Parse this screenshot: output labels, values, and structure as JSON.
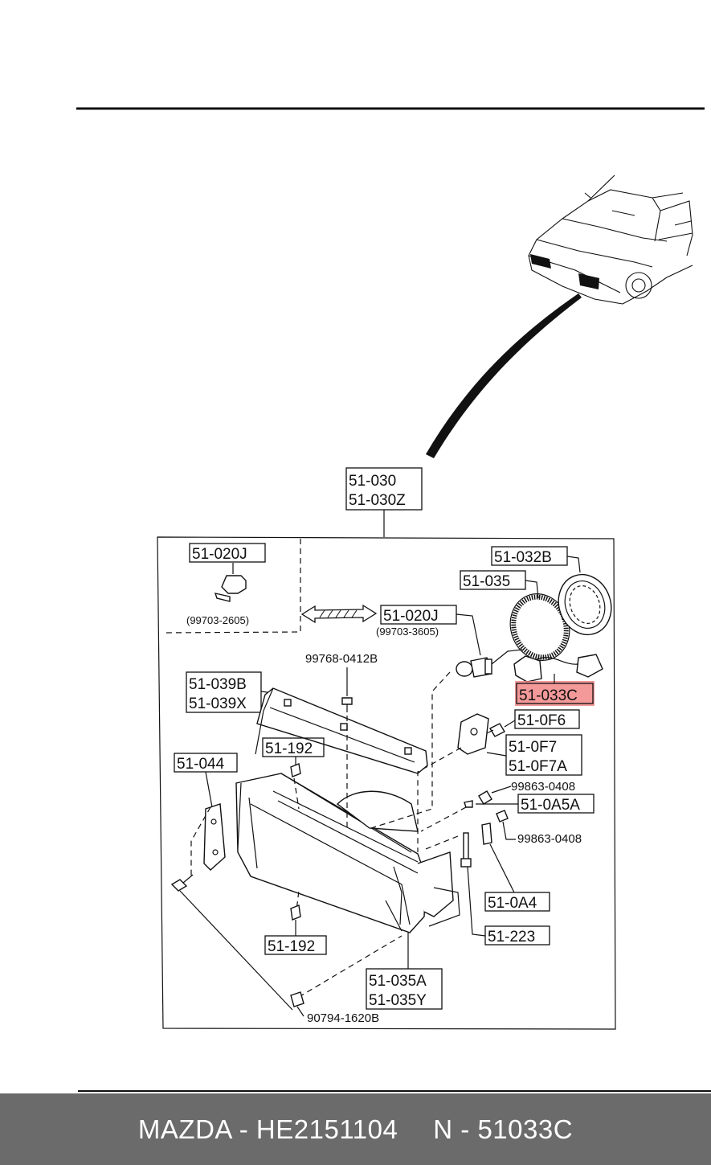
{
  "assembly": {
    "part1": "51-030",
    "part2": "51-030Z"
  },
  "callouts": {
    "c020j_left": "51-020J",
    "c020j_left_code": "(99703-2605)",
    "c020j_right": "51-020J",
    "c020j_right_code": "(99703-3605)",
    "c032b": "51-032B",
    "c035": "51-035",
    "c033c": "51-033C",
    "c0f6": "51-0F6",
    "c0f7": "51-0F7",
    "c0f7a": "51-0F7A",
    "c99863_a": "99863-0408",
    "c0a5a": "51-0A5A",
    "c99863_b": "99863-0408",
    "c0a4": "51-0A4",
    "c223": "51-223",
    "c99768": "99768-0412B",
    "c039b": "51-039B",
    "c039x": "51-039X",
    "c192_top": "51-192",
    "c044": "51-044",
    "c192_bottom": "51-192",
    "c035a": "51-035A",
    "c035y": "51-035Y",
    "c90794": "90794-1620B"
  },
  "highlight": {
    "color": "#f08080"
  },
  "footer": {
    "brand": "MAZDA - HE2151104",
    "part": "N - 51033C"
  }
}
